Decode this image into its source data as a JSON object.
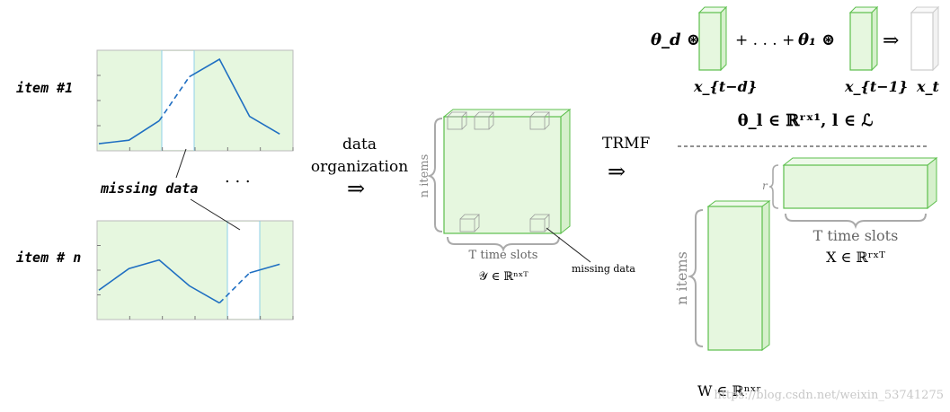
{
  "item1_label": "item #1",
  "itemn_label": "item # n",
  "missing_label": "missing data",
  "ellipsis": ". . .",
  "step1": {
    "line1": "data",
    "line2": "organization",
    "arrow": "⇒"
  },
  "step2": {
    "label": "TRMF",
    "arrow": "⇒"
  },
  "matrix_y": {
    "side_label": "n items",
    "bottom_label": "T time slots",
    "caption": "𝒴 ∈ ℝⁿˣᵀ",
    "missing_label": "missing data"
  },
  "trmf": {
    "theta_d": "θ_d ⊛",
    "plus_dots": "+ . . . +",
    "theta_1": "θ₁ ⊛",
    "arrow": "⇒",
    "x_t_minus_d": "x_{t−d}",
    "x_t_minus_1": "x_{t−1}",
    "x_t": "x_t",
    "constraint": "θ_l ∈ ℝʳˣ¹, l ∈ ℒ"
  },
  "matrix_x": {
    "r_label": "r",
    "bottom_label": "T time slots",
    "caption": "X ∈ ℝʳˣᵀ"
  },
  "matrix_w": {
    "side_label": "n items",
    "caption": "W ∈ ℝⁿˣʳ"
  },
  "watermark": "https://blog.csdn.net/weixin_53741275",
  "colors": {
    "green_fill": "#e6f7df",
    "green_stroke": "#5cbf4c",
    "line_blue": "#1f6fc2",
    "gray": "#999999"
  },
  "chart_data": [
    {
      "type": "line",
      "series": [
        {
          "values": [
            0.04,
            0.08,
            0.3,
            0.8,
            1.0,
            0.35,
            0.15
          ]
        }
      ],
      "missing_range": [
        2,
        3
      ]
    },
    {
      "type": "line",
      "series": [
        {
          "values": [
            0.3,
            0.55,
            0.65,
            0.35,
            0.15,
            0.5,
            0.6
          ]
        }
      ],
      "missing_range": [
        4,
        5
      ]
    }
  ]
}
